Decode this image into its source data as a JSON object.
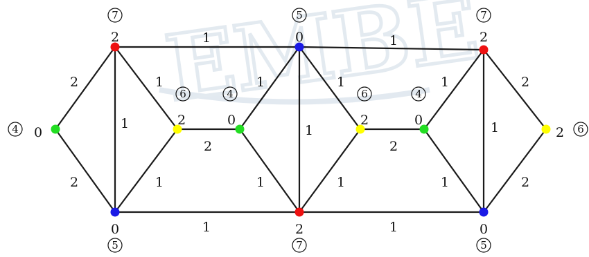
{
  "colors": {
    "red": "#ee1111",
    "blue": "#1a1ae6",
    "green": "#22dd22",
    "yellow": "#ffff00",
    "edge": "#1a1a1a"
  },
  "watermark": {
    "text": "EMBE"
  },
  "nodes": [
    {
      "id": "A",
      "color": "green",
      "label": "0",
      "circled": "4"
    },
    {
      "id": "B",
      "color": "red",
      "label": "2",
      "circled": "7"
    },
    {
      "id": "C",
      "color": "blue",
      "label": "0",
      "circled": "5"
    },
    {
      "id": "D",
      "color": "yellow",
      "label": "2",
      "circled": "6"
    },
    {
      "id": "E",
      "color": "green",
      "label": "0",
      "circled": "4"
    },
    {
      "id": "F",
      "color": "blue",
      "label": "0",
      "circled": "5"
    },
    {
      "id": "G",
      "color": "red",
      "label": "2",
      "circled": "7"
    },
    {
      "id": "H",
      "color": "yellow",
      "label": "2",
      "circled": "6"
    },
    {
      "id": "I",
      "color": "green",
      "label": "0",
      "circled": "4"
    },
    {
      "id": "J",
      "color": "red",
      "label": "2",
      "circled": "7"
    },
    {
      "id": "K",
      "color": "blue",
      "label": "0",
      "circled": "5"
    },
    {
      "id": "L",
      "color": "yellow",
      "label": "2",
      "circled": "6"
    }
  ],
  "edges": [
    {
      "from": "A",
      "to": "B",
      "weight": "2"
    },
    {
      "from": "A",
      "to": "C",
      "weight": "2"
    },
    {
      "from": "B",
      "to": "C",
      "weight": "1"
    },
    {
      "from": "B",
      "to": "D",
      "weight": "1"
    },
    {
      "from": "C",
      "to": "D",
      "weight": "1"
    },
    {
      "from": "B",
      "to": "F",
      "weight": "1"
    },
    {
      "from": "C",
      "to": "G",
      "weight": "1"
    },
    {
      "from": "D",
      "to": "E",
      "weight": "2"
    },
    {
      "from": "E",
      "to": "F",
      "weight": "1"
    },
    {
      "from": "E",
      "to": "G",
      "weight": "1"
    },
    {
      "from": "F",
      "to": "G",
      "weight": "1"
    },
    {
      "from": "F",
      "to": "H",
      "weight": "1"
    },
    {
      "from": "G",
      "to": "H",
      "weight": "1"
    },
    {
      "from": "F",
      "to": "J",
      "weight": "1"
    },
    {
      "from": "G",
      "to": "K",
      "weight": "1"
    },
    {
      "from": "H",
      "to": "I",
      "weight": "2"
    },
    {
      "from": "I",
      "to": "J",
      "weight": "1"
    },
    {
      "from": "I",
      "to": "K",
      "weight": "1"
    },
    {
      "from": "J",
      "to": "K",
      "weight": "1"
    },
    {
      "from": "J",
      "to": "L",
      "weight": "2"
    },
    {
      "from": "K",
      "to": "L",
      "weight": "2"
    }
  ]
}
